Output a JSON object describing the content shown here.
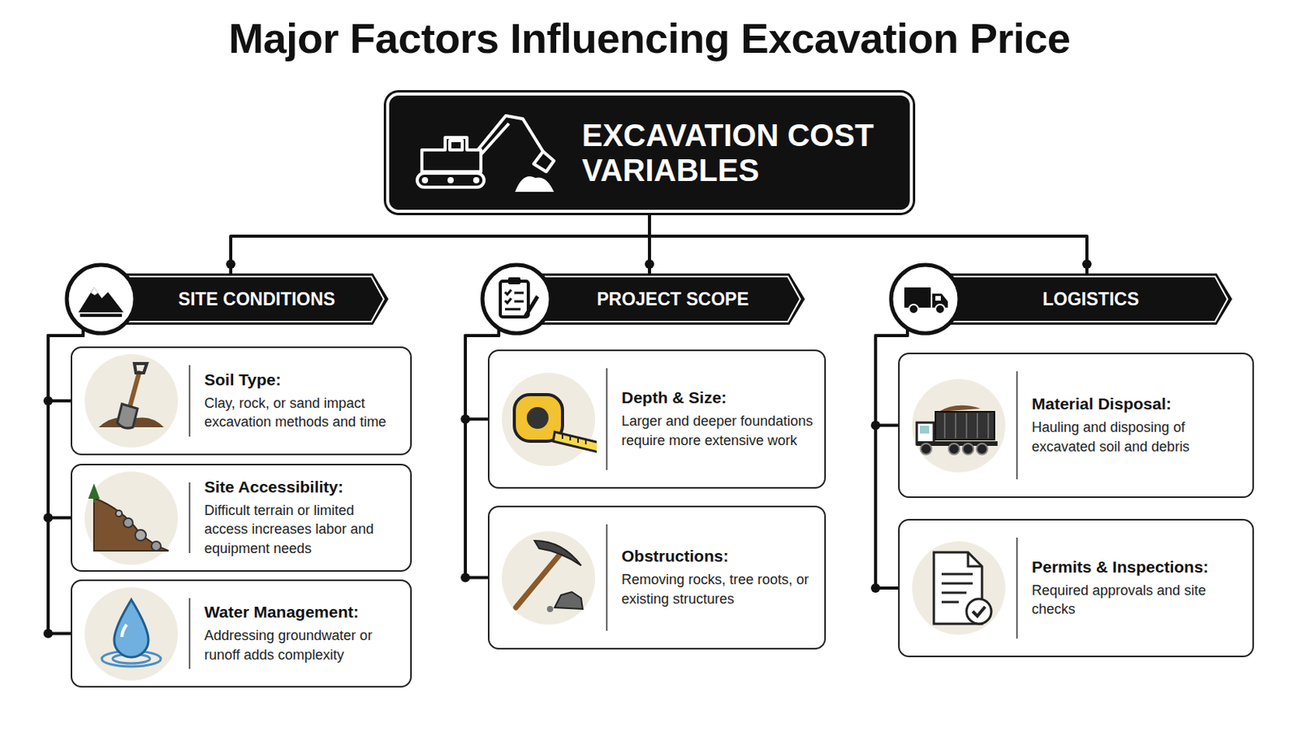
{
  "diagram": {
    "title": "Major Factors Influencing Excavation Price",
    "nodes": [
      {
        "text": [
          "EXCAVATION COST VARIABLES"
        ]
      },
      {
        "text": [
          "SITE CONDITIONS"
        ]
      },
      {
        "text": [
          "PROJECT SCOPE"
        ]
      },
      {
        "text": [
          "LOGISTICS"
        ]
      },
      {
        "text": [
          "Soil Type:",
          "Clay, rock, or sand impact excavation methods and time"
        ]
      },
      {
        "text": [
          "Site Accessibility:",
          "Difficult terrain or limited access increases labor and equipment needs"
        ]
      },
      {
        "text": [
          "Water Management:",
          "Addressing groundwater or runoff adds complexity"
        ]
      },
      {
        "text": [
          "Depth & Size:",
          "Larger and deeper foundations require more extensive work"
        ]
      },
      {
        "text": [
          "Obstructions:",
          "Removing rocks, tree roots, or existing structures"
        ]
      },
      {
        "text": [
          "Material Disposal:",
          "Hauling and disposing of excavated soil and debris"
        ]
      },
      {
        "text": [
          "Permits & Inspections:",
          "Required approvals and site checks"
        ]
      }
    ],
    "edges": [
      {
        "from": 0,
        "to": 1,
        "arrow": "none"
      },
      {
        "from": 0,
        "to": 2,
        "arrow": "none"
      },
      {
        "from": 0,
        "to": 3,
        "arrow": "none"
      },
      {
        "from": 1,
        "to": 4,
        "arrow": "none"
      },
      {
        "from": 1,
        "to": 5,
        "arrow": "none"
      },
      {
        "from": 1,
        "to": 6,
        "arrow": "none"
      },
      {
        "from": 2,
        "to": 7,
        "arrow": "none"
      },
      {
        "from": 2,
        "to": 8,
        "arrow": "none"
      },
      {
        "from": 3,
        "to": 9,
        "arrow": "none"
      },
      {
        "from": 3,
        "to": 10,
        "arrow": "none"
      }
    ]
  }
}
